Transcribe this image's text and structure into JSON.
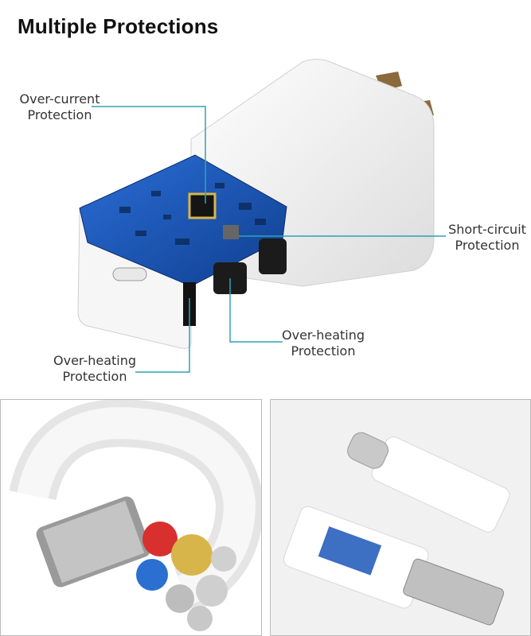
{
  "title": "Multiple Protections",
  "labels": {
    "over_current": [
      "Over-current",
      "Protection"
    ],
    "short_circuit": [
      "Short-circuit",
      "Protection"
    ],
    "over_heating_center": [
      "Over-heating",
      "Protection"
    ],
    "over_heating_left": [
      "Over-heating",
      "Protection"
    ]
  },
  "colors": {
    "callout_line": "#2ea3b4",
    "pcb_blue": "#1b56b8",
    "chip_gold": "#d7b54a"
  }
}
